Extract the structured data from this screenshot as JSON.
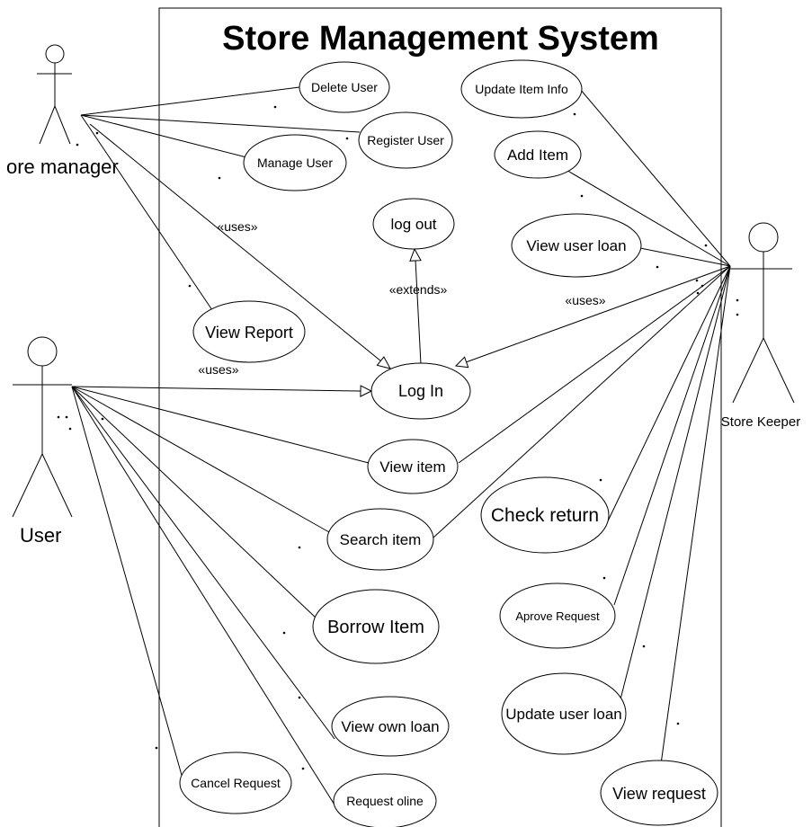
{
  "title": "Store Management System",
  "actors": {
    "store_manager": "ore manager",
    "user": "User",
    "store_keeper": "Store Keeper"
  },
  "use_cases": {
    "delete_user": "Delete User",
    "register_user": "Register User",
    "manage_user": "Manage User",
    "update_item_info": "Update Item Info",
    "add_item": "Add Item",
    "view_user_loan": "View user loan",
    "log_out": "log out",
    "view_report": "View Report",
    "log_in": "Log In",
    "view_item": "View item",
    "check_return": "Check return",
    "search_item": "Search item",
    "aprove_request": "Aprove Request",
    "borrow_item": "Borrow Item",
    "update_user_loan": "Update user loan",
    "view_own_loan": "View own loan",
    "cancel_request": "Cancel Request",
    "request_oline": "Request oline",
    "view_request": "View request"
  },
  "stereotypes": {
    "uses": "«uses»",
    "extends": "«extends»"
  }
}
